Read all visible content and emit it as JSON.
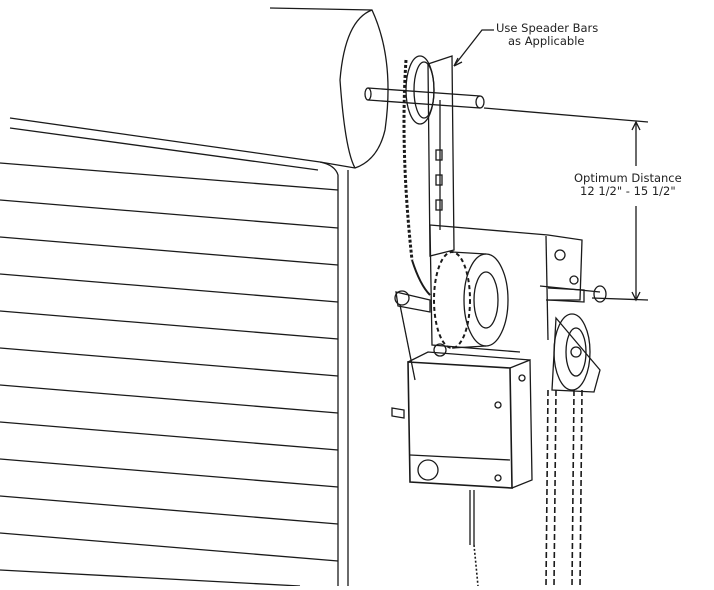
{
  "callout": {
    "line1": "Use Speader Bars",
    "line2": "as Applicable"
  },
  "dimension": {
    "label": "Optimum Distance",
    "range": "12 1/2\" - 15 1/2\""
  },
  "colors": {
    "line": "#1a1a1a",
    "background": "#ffffff"
  }
}
